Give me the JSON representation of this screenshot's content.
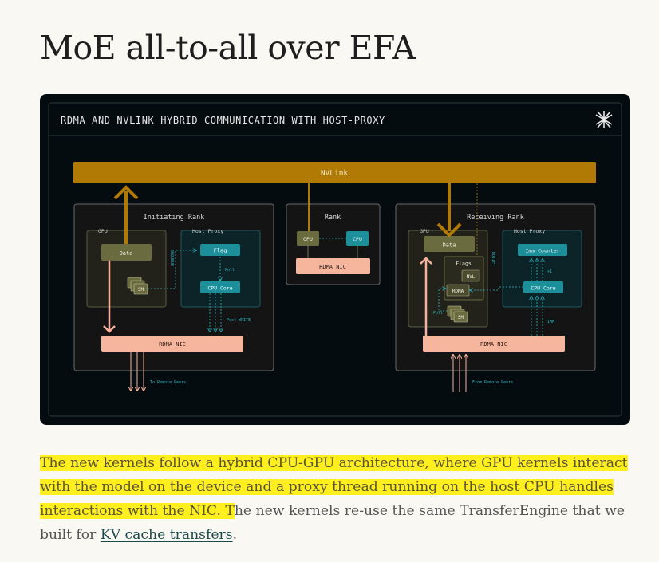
{
  "page": {
    "title": "MoE all-to-all over EFA"
  },
  "figure": {
    "heading": "RDMA AND NVLINK HYBRID COMMUNICATION WITH HOST-PROXY",
    "logo_icon": "asterisk-logo-icon",
    "nvlink_label": "NVLink",
    "initiating": {
      "title": "Initiating Rank",
      "gpu_label": "GPU",
      "host_proxy_label": "Host Proxy",
      "data_label": "Data",
      "sm_label": "SM",
      "flag_label": "Flag",
      "poll_label": "Poll",
      "cpu_core_label": "CPU Core",
      "nic_label": "RDMA NIC",
      "side_label": "ENQUEUE",
      "post_write_label": "Post WRITE",
      "to_peers_label": "To Remote Peers"
    },
    "middle": {
      "title": "Rank",
      "gpu_label": "GPU",
      "cpu_label": "CPU",
      "nic_label": "RDMA NIC"
    },
    "receiving": {
      "title": "Receiving Rank",
      "gpu_label": "GPU",
      "host_proxy_label": "Host Proxy",
      "data_label": "Data",
      "flags_label": "Flags",
      "nvl_label": "NVL",
      "rdma_label": "RDMA",
      "sm_label": "SM",
      "poll_label": "Poll",
      "imm_counter_label": "Imm Counter",
      "cpu_core_label": "CPU Core",
      "side_label": "NOTIFY",
      "plus_one_label": "+1",
      "imm_label": "IMM",
      "nic_label": "RDMA NIC",
      "from_peers_label": "From Remote Peers"
    },
    "colors": {
      "background": "#050c10",
      "nvlink": "#b07a05",
      "nic": "#f6b59d",
      "olive": "#6b6b40",
      "teal": "#1c8f9a",
      "arrow_pink": "#f7b19d"
    }
  },
  "paragraph": {
    "highlighted_text": "The new kernels follow a hybrid CPU-GPU architecture, where GPU kernels interact with the model on the device and a proxy thread running on the host CPU handles interactions with the NIC. T",
    "plain_text": "he new kernels re-use the same TransferEngine that we built for ",
    "link_text": "KV cache transfers",
    "end_text": "."
  }
}
